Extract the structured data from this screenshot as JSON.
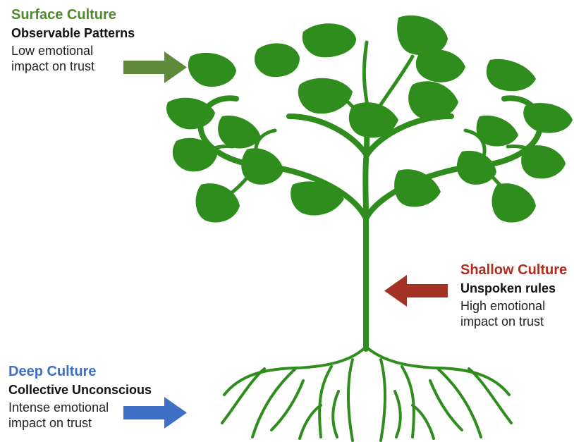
{
  "surface": {
    "heading": "Surface Culture",
    "subheading": "Observable Patterns",
    "description_line1": "Low emotional",
    "description_line2": "impact on trust",
    "color": "#4f8a2b"
  },
  "shallow": {
    "heading": "Shallow Culture",
    "subheading": "Unspoken rules",
    "description_line1": "High emotional",
    "description_line2": "impact on trust",
    "color": "#b02e1f"
  },
  "deep": {
    "heading": "Deep Culture",
    "subheading": "Collective Unconscious",
    "description_line1": "Intense emotional",
    "description_line2": "impact on trust",
    "color": "#3d6fc6"
  },
  "tree": {
    "leaf_color": "#2f8d1d",
    "trunk_color": "#2f8d1d",
    "root_color": "#2f8d1d"
  }
}
